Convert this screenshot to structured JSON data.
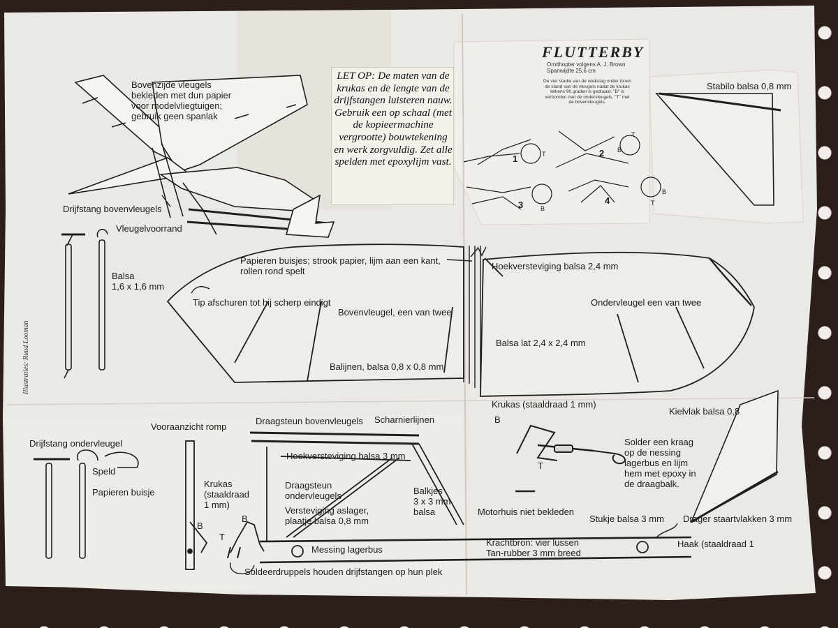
{
  "header": {
    "title": "FLUTTERBY",
    "subtitle": "Ornithopter volgens A. J. Brown\nSpanwijdte 25,6 cm",
    "caption": "De vier stadia van de wiekslag onder tonen de stand van de vleugels nadat de krukas telkens 90 graden is gedraaid. \"B\" is verbonden met de ondervleugels, \"T\" met de bovenvleugels.",
    "credit": "Illustraties: Ruud Looman"
  },
  "note": {
    "text": "LET OP: De maten van de krukas en de lengte van de drijfstangen luisteren nauw. Gebruik een op schaal (met de kopieermachine vergrootte) bouwtekening en werk zorgvuldig. Zet alle spelden met epoxylijm vast."
  },
  "stages": {
    "numbers": [
      "1",
      "2",
      "3",
      "4"
    ],
    "letter_t": "T",
    "letter_b": "B"
  },
  "labels": {
    "top_wing_covering": "Bovenzijde vleugels bekleden met dun papier voor modelvliegtuigen; gebruik geen spanlak",
    "drive_rod_upper": "Drijfstang bovenvleugels",
    "wing_leading_edge": "Vleugelvoorrand",
    "balsa_size": "Balsa\n1,6 x 1,6 mm",
    "paper_tubes_strip": "Papieren buisjes; strook papier, lijm aan een kant,\nrollen rond spelt",
    "tip_sanding": "Tip afschuren tot hij scherp eindigt",
    "upper_wing": "Bovenvleugel, een van twee",
    "ribs": "Balijnen, balsa 0,8 x 0,8 mm",
    "corner_reinforcement": "Hoekversteviging balsa 2,4 mm",
    "lower_wing": "Ondervleugel een van twee",
    "balsa_strip": "Balsa lat 2,4 x 2,4 mm",
    "stabilizer": "Stabilo balsa 0,8 mm",
    "crankshaft_wire": "Krukas (staaldraad 1 mm)",
    "crank_b": "B",
    "crank_t": "T",
    "fin": "Kielvlak balsa 0,8",
    "solder_collar": "Solder een kraag op de nessing lagerbus en lijm hem met epoxy in de draagbalk.",
    "drive_rod_lower": "Drijfstang ondervleugel",
    "pin": "Speld",
    "paper_tube": "Papieren buisje",
    "front_view": "Vooraanzicht romp",
    "crank_front": "Krukas\n(staaldraad\n1 mm)",
    "front_b1": "B",
    "front_t": "T",
    "front_b2": "B",
    "upper_support": "Draagsteun bovenvleugels",
    "hinge_lines": "Scharnierlijnen",
    "corner_reinforcement_3": "Hoekversteviging balsa 3 mm",
    "lower_support": "Draagsteun\nondervleugels",
    "reinforcement_axle": "Versteviging aslager,\nplaatje balsa 0,8 mm",
    "spars": "Balkjes\n3 x 3 mm\nbalsa",
    "motor_housing": "Motorhuis niet bekleden",
    "brass_bearing": "Messing lagerbus",
    "solder_drops": "Soldeerdruppels houden drijfstangen op hun plek",
    "power_source": "Krachtbron: vier lussen\nTan-rubber 3 mm breed",
    "balsa_piece": "Stukje balsa 3 mm",
    "tail_carrier": "Drager staartvlakken 3 mm",
    "hook": "Haak (staaldraad 1"
  },
  "colors": {
    "paper": "#ebe9e3",
    "ink": "#1d1d1d",
    "tablecloth": "#2b1e1b",
    "dots": "#f2ede8"
  }
}
